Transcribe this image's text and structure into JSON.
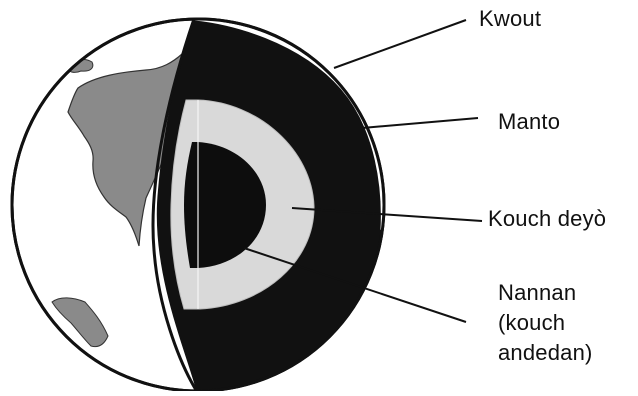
{
  "diagram": {
    "labels": {
      "crust": "Kwout",
      "mantle": "Manto",
      "outer_core": "Kouch deyò",
      "inner_core": [
        "Nannan",
        "(kouch",
        "andedan)"
      ]
    }
  },
  "colors": {
    "background": "#ffffff",
    "outline": "#111111",
    "ocean": "#ffffff",
    "land": "#8a8a8a",
    "mantle": "#111111",
    "outer_core": "#d9d9d9",
    "inner_core": "#0d0d0d"
  }
}
